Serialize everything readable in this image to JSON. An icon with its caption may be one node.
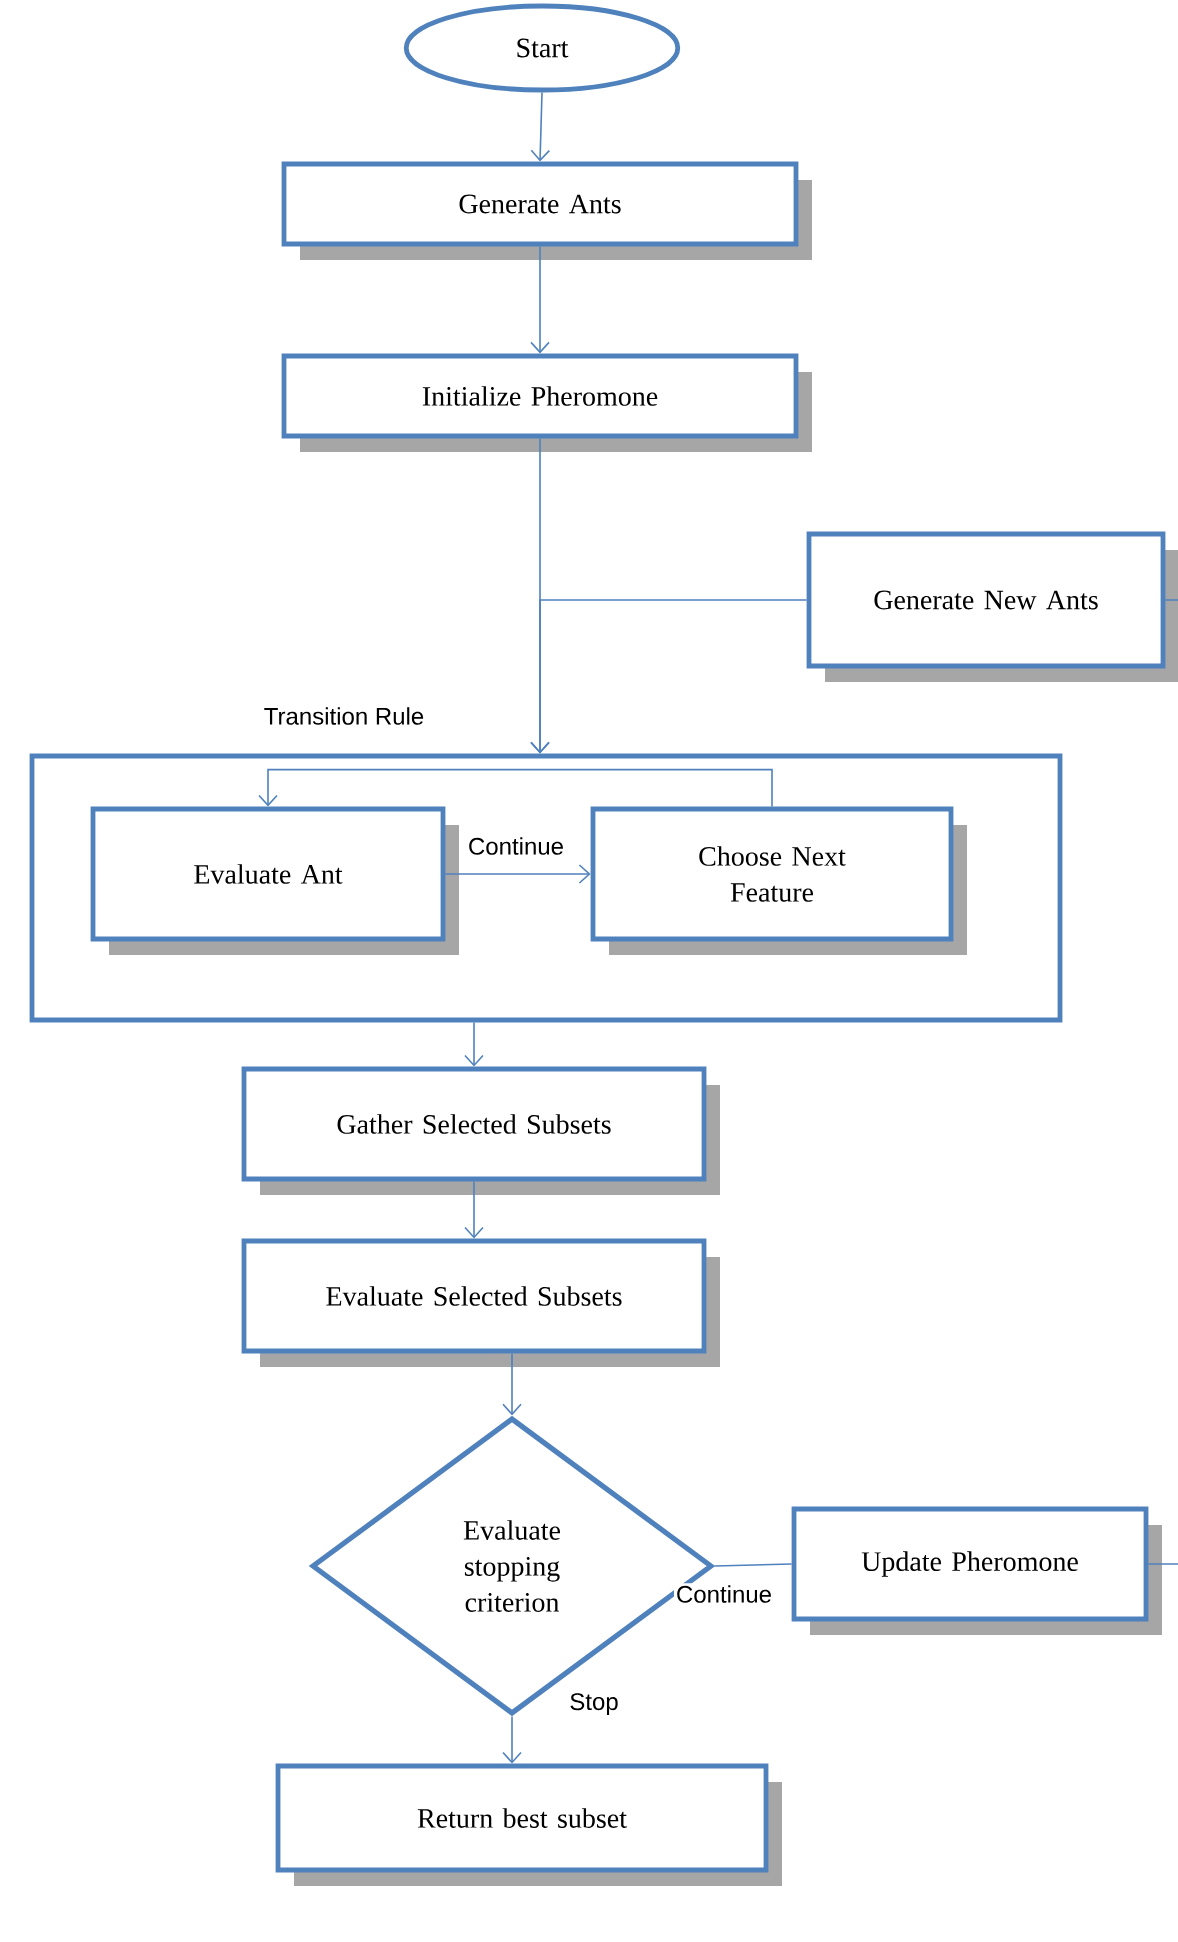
{
  "diagram": {
    "nodes": [
      {
        "text": [
          "Start"
        ]
      },
      {
        "text": [
          "Generate Ants"
        ]
      },
      {
        "text": [
          "Initialize Pheromone"
        ]
      },
      {
        "text": [
          "Generate New Ants"
        ]
      },
      {
        "text": [
          "Transition Rule"
        ]
      },
      {
        "text": [
          "Evaluate Ant"
        ],
        "in": 4
      },
      {
        "text": [
          "Choose Next Feature"
        ],
        "in": 4
      },
      {
        "text": [
          "Gather Selected Subsets"
        ]
      },
      {
        "text": [
          "Evaluate Selected Subsets"
        ]
      },
      {
        "text": [
          "Evaluate stopping criterion"
        ]
      },
      {
        "text": [
          "Update Pheromone"
        ]
      },
      {
        "text": [
          "Return best subset"
        ]
      }
    ],
    "edges": [
      {
        "from": 0,
        "to": 1,
        "arrow": "to"
      },
      {
        "from": 1,
        "to": 2,
        "arrow": "to"
      },
      {
        "from": 2,
        "to": 4,
        "arrow": "to"
      },
      {
        "from": 3,
        "to": 4,
        "arrow": "to"
      },
      {
        "from": 5,
        "to": 6,
        "arrow": "to",
        "label": "Continue"
      },
      {
        "from": 6,
        "to": 5,
        "arrow": "to"
      },
      {
        "from": 4,
        "to": 7,
        "arrow": "to"
      },
      {
        "from": 7,
        "to": 8,
        "arrow": "to"
      },
      {
        "from": 8,
        "to": 9,
        "arrow": "to"
      },
      {
        "from": 9,
        "to": 10,
        "arrow": "none",
        "label": "Continue"
      },
      {
        "from": 9,
        "to": 11,
        "arrow": "to",
        "label": "Stop"
      },
      {
        "from": 10,
        "to": null,
        "arrow": "none"
      },
      {
        "from": null,
        "to": 3,
        "arrow": "none"
      }
    ]
  }
}
